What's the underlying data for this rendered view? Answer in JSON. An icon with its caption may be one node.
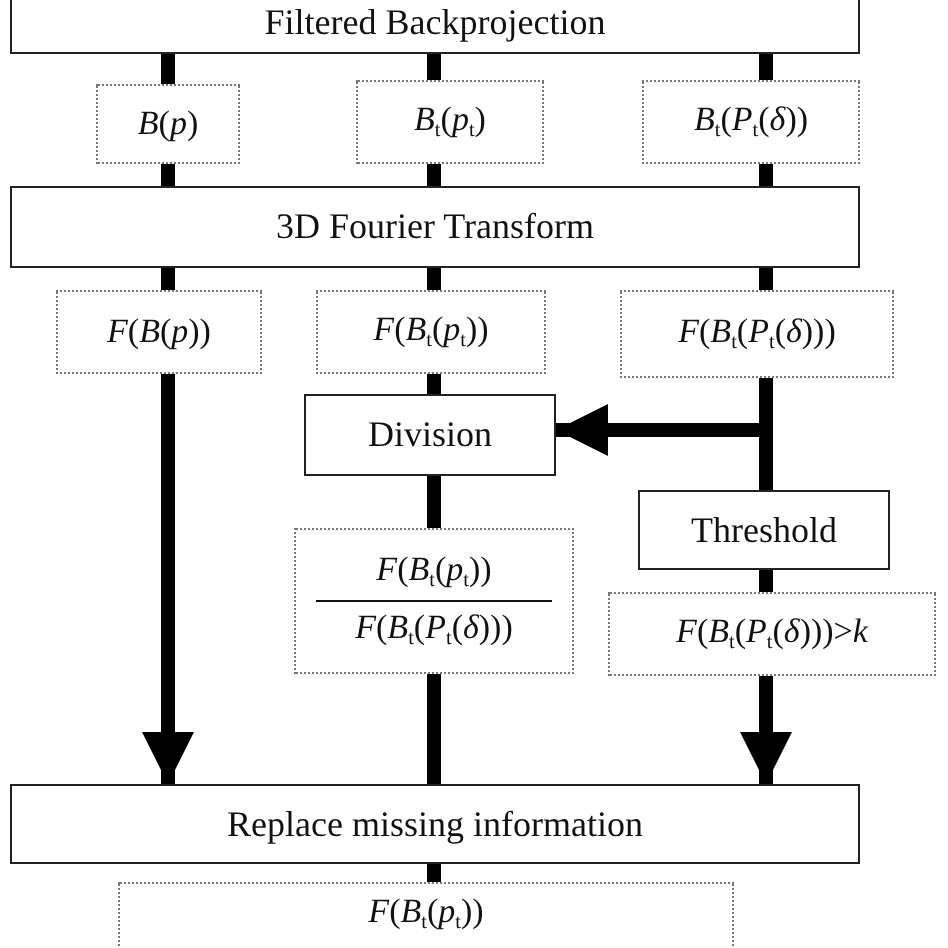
{
  "diagram": {
    "nodes": [
      {
        "text": [
          "Filtered Backprojection"
        ]
      },
      {
        "text": [
          "*B*(*p*)"
        ]
      },
      {
        "text": [
          "*B*$_{t}$(*p*$_{t}$)"
        ]
      },
      {
        "text": [
          "*B*$_{t}$(*P*$_{t}$(*δ*))"
        ]
      },
      {
        "text": [
          "3D Fourier Transform"
        ]
      },
      {
        "text": [
          "*F*(*B*(*p*))"
        ]
      },
      {
        "text": [
          "*F*(*B*$_{t}$(*p*$_{t}$))"
        ]
      },
      {
        "text": [
          "*F*(*B*$_{t}$(*P*$_{t}$(*δ*)))"
        ]
      },
      {
        "text": [
          "Division"
        ]
      },
      {
        "text": [
          "Threshold"
        ]
      },
      {
        "text": [
          "*F*(*B*$_{t}$(*p*$_{t}$))",
          "*F*(*B*$_{t}$(*P*$_{t}$(*δ*)))"
        ]
      },
      {
        "text": [
          "*F*(*B*$_{t}$(*P*$_{t}$(*δ*)))>*k*"
        ]
      },
      {
        "text": [
          "Replace missing information"
        ]
      },
      {
        "text": [
          "*F*(*B*$_{t}$(*p*$_{t}$))"
        ]
      }
    ],
    "edges": [
      {
        "from": 0,
        "to": 1,
        "arrow": "none"
      },
      {
        "from": 0,
        "to": 2,
        "arrow": "none"
      },
      {
        "from": 0,
        "to": 3,
        "arrow": "none"
      },
      {
        "from": 1,
        "to": 4,
        "arrow": "none"
      },
      {
        "from": 2,
        "to": 4,
        "arrow": "none"
      },
      {
        "from": 3,
        "to": 4,
        "arrow": "none"
      },
      {
        "from": 4,
        "to": 5,
        "arrow": "none"
      },
      {
        "from": 4,
        "to": 6,
        "arrow": "none"
      },
      {
        "from": 4,
        "to": 7,
        "arrow": "none"
      },
      {
        "from": 6,
        "to": 8,
        "arrow": "none"
      },
      {
        "from": 7,
        "to": 8,
        "arrow": "to"
      },
      {
        "from": 7,
        "to": 9,
        "arrow": "none"
      },
      {
        "from": 8,
        "to": 10,
        "arrow": "none"
      },
      {
        "from": 9,
        "to": 11,
        "arrow": "none"
      },
      {
        "from": 5,
        "to": 12,
        "arrow": "to"
      },
      {
        "from": 10,
        "to": 12,
        "arrow": "none"
      },
      {
        "from": 11,
        "to": 12,
        "arrow": "to"
      },
      {
        "from": 12,
        "to": 13,
        "arrow": "none"
      }
    ]
  }
}
